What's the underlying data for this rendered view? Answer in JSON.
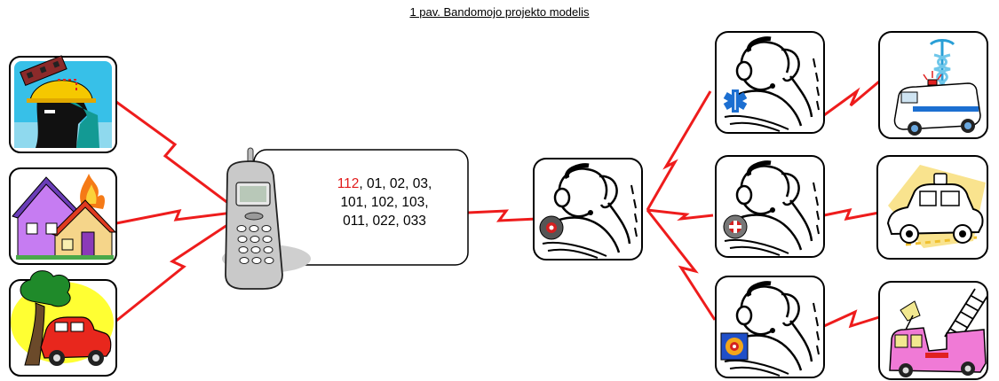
{
  "title": "1 pav. Bandomojo projekto modelis",
  "phone_card": {
    "number_emergency": "112",
    "line1_rest": ", 01, 02, 03,",
    "line2": "101, 102, 103,",
    "line3": "011, 022, 033",
    "highlight_color": "#e11b1b"
  },
  "colors": {
    "link": "#ee1c1c",
    "border": "#000000"
  },
  "icons": {
    "incidents": [
      "construction-accident-icon",
      "house-fire-icon",
      "car-crash-icon"
    ],
    "caller": "mobile-phone-icon",
    "dispatch_center": "dispatcher-icon",
    "services": [
      "medical-dispatcher-icon",
      "police-dispatcher-icon",
      "fire-dispatcher-icon"
    ],
    "vehicles": [
      "ambulance-icon",
      "police-car-icon",
      "fire-truck-icon"
    ]
  }
}
